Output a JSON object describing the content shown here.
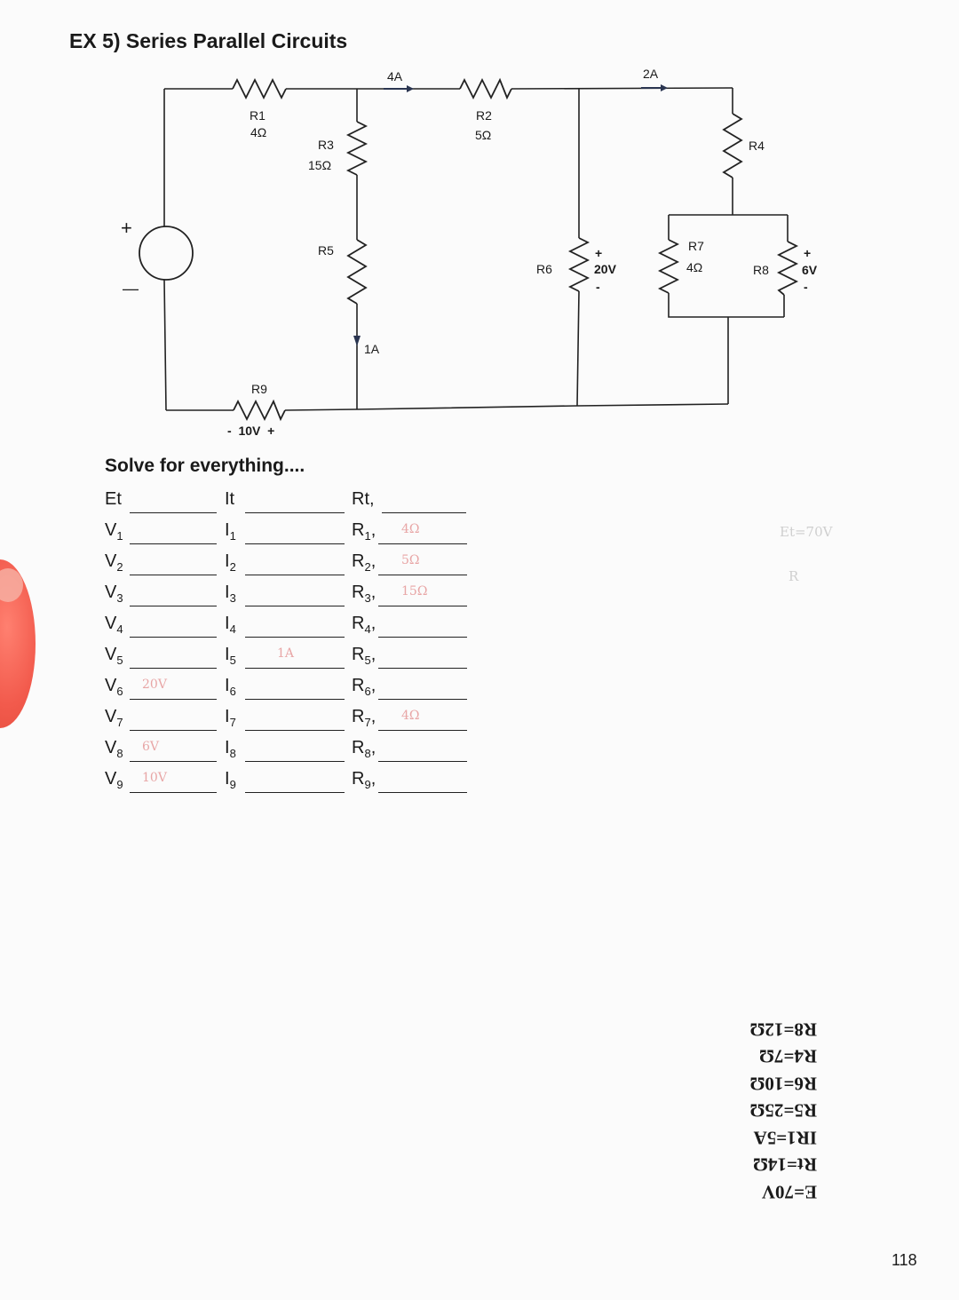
{
  "title": "EX 5) Series Parallel Circuits",
  "circuit": {
    "source": {
      "plus": "+",
      "minus": "—"
    },
    "currents": {
      "top_left": "4A",
      "top_right": "2A",
      "r5_branch": "1A"
    },
    "resistors": {
      "r1": {
        "name": "R1",
        "value": "4Ω"
      },
      "r2": {
        "name": "R2",
        "value": "5Ω"
      },
      "r3": {
        "name": "R3",
        "value": "15Ω"
      },
      "r4": {
        "name": "R4"
      },
      "r5": {
        "name": "R5"
      },
      "r6": {
        "name": "R6",
        "voltage": "20V",
        "plus": "+",
        "minus": "-"
      },
      "r7": {
        "name": "R7",
        "value": "4Ω"
      },
      "r8": {
        "name": "R8",
        "voltage": "6V",
        "plus": "+",
        "minus": "-"
      },
      "r9": {
        "name": "R9",
        "voltage": "-  10V  +"
      }
    }
  },
  "solve_heading": "Solve for everything....",
  "worksheet": {
    "rows": [
      {
        "v": "Et",
        "v_sub": "",
        "i": "It",
        "i_sub": "",
        "r": "Rt,",
        "r_sub": "",
        "v_hand": "",
        "i_hand": "",
        "r_hand": ""
      },
      {
        "v": "V",
        "v_sub": "1",
        "i": "I",
        "i_sub": "1",
        "r": "R",
        "r_sub": "1",
        "v_hand": "",
        "i_hand": "",
        "r_hand": "4Ω"
      },
      {
        "v": "V",
        "v_sub": "2",
        "i": "I",
        "i_sub": "2",
        "r": "R",
        "r_sub": "2",
        "v_hand": "",
        "i_hand": "",
        "r_hand": "5Ω"
      },
      {
        "v": "V",
        "v_sub": "3",
        "i": "I",
        "i_sub": "3",
        "r": "R",
        "r_sub": "3",
        "v_hand": "",
        "i_hand": "",
        "r_hand": "15Ω"
      },
      {
        "v": "V",
        "v_sub": "4",
        "i": "I",
        "i_sub": "4",
        "r": "R",
        "r_sub": "4",
        "v_hand": "",
        "i_hand": "",
        "r_hand": ""
      },
      {
        "v": "V",
        "v_sub": "5",
        "i": "I",
        "i_sub": "5",
        "r": "R",
        "r_sub": "5",
        "v_hand": "",
        "i_hand": "1A",
        "r_hand": ""
      },
      {
        "v": "V",
        "v_sub": "6",
        "i": "I",
        "i_sub": "6",
        "r": "R",
        "r_sub": "6",
        "v_hand": "20V",
        "i_hand": "",
        "r_hand": ""
      },
      {
        "v": "V",
        "v_sub": "7",
        "i": "I",
        "i_sub": "7",
        "r": "R",
        "r_sub": "7",
        "v_hand": "",
        "i_hand": "",
        "r_hand": "4Ω"
      },
      {
        "v": "V",
        "v_sub": "8",
        "i": "I",
        "i_sub": "8",
        "r": "R",
        "r_sub": "8",
        "v_hand": "6V",
        "i_hand": "",
        "r_hand": ""
      },
      {
        "v": "V",
        "v_sub": "9",
        "i": "I",
        "i_sub": "9",
        "r": "R",
        "r_sub": "9",
        "v_hand": "10V",
        "i_hand": "",
        "r_hand": ""
      }
    ]
  },
  "answer_key": [
    "E=70V",
    "Rt=14Ω",
    "IR1=5A",
    "R5=25Ω",
    "R6=10Ω",
    "R4=7Ω",
    "R8=12Ω"
  ],
  "margin_notes": [
    "Et=70V",
    "R"
  ],
  "page_number": "118"
}
